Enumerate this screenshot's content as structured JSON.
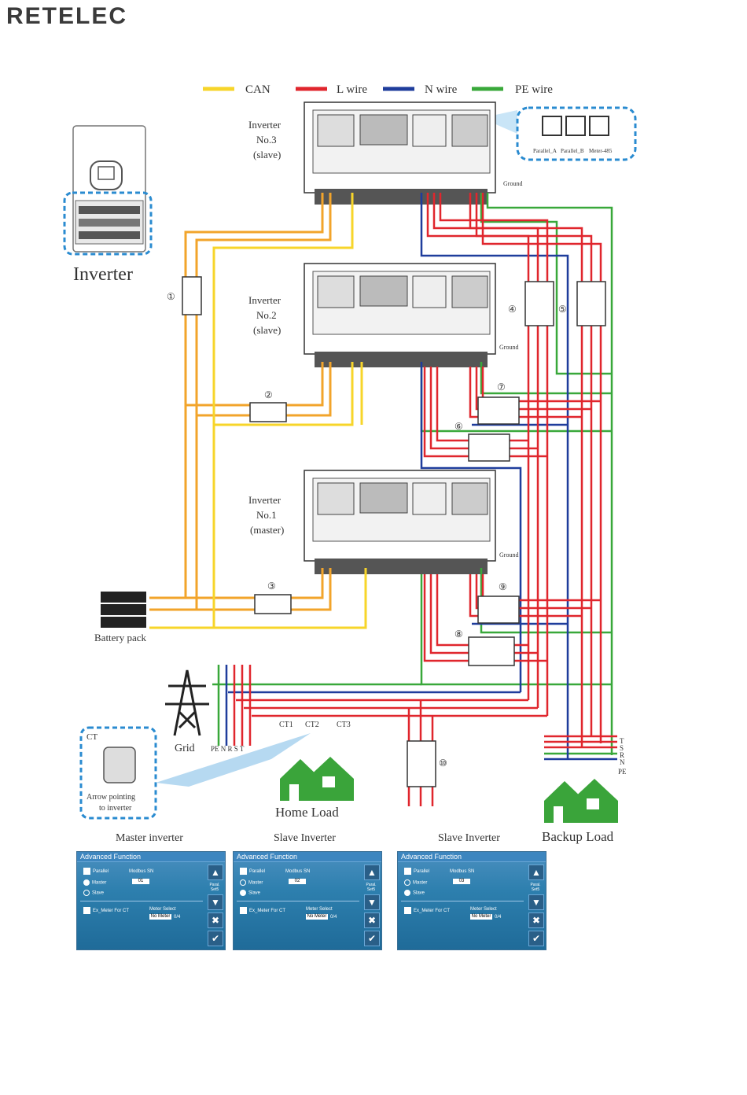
{
  "logo": {
    "text": "RETELEC"
  },
  "legend": {
    "items": [
      {
        "label": "CAN",
        "color": "#f7d52a"
      },
      {
        "label": "L wire",
        "color": "#e0262d"
      },
      {
        "label": "N wire",
        "color": "#1f3d9c"
      },
      {
        "label": "PE wire",
        "color": "#39a83a"
      }
    ]
  },
  "wire_colors": {
    "can": "#f7d52a",
    "l": "#e0262d",
    "n": "#1f3d9c",
    "pe": "#39a83a",
    "battery": "#f2a42b"
  },
  "inverter_unit": {
    "label": "Inverter"
  },
  "inverters": [
    {
      "name": "Inverter",
      "number": "No.3",
      "role": "(slave)"
    },
    {
      "name": "Inverter",
      "number": "No.2",
      "role": "(slave)"
    },
    {
      "name": "Inverter",
      "number": "No.1",
      "role": "(master)"
    }
  ],
  "port_labels": {
    "parallel_a": "Parallel_A",
    "parallel_b": "Parallel_B",
    "meter": "Meter-485"
  },
  "ground_label": "Ground",
  "breakers": [
    "①",
    "②",
    "③",
    "④",
    "⑤",
    "⑥",
    "⑦",
    "⑧",
    "⑨",
    "⑩"
  ],
  "battery": {
    "label": "Battery pack"
  },
  "grid": {
    "label": "Grid",
    "phases": "PE N R S T"
  },
  "ct": {
    "title": "CT",
    "note_line1": "Arrow pointing",
    "note_line2": "to inverter",
    "ct1": "CT1",
    "ct2": "CT2",
    "ct3": "CT3"
  },
  "home_load": {
    "label": "Home Load"
  },
  "backup_load": {
    "label": "Backup Load",
    "phases": [
      "T",
      "S",
      "R",
      "N",
      "PE"
    ]
  },
  "screens": [
    {
      "caption": "Master inverter",
      "title": "Advanced Function",
      "parallel": "Parallel",
      "modbus": "Modbus SN",
      "modbus_value": "01",
      "master": "Master",
      "slave": "Slave",
      "ex_meter": "Ex_Meter For CT",
      "meter_select": "Meter Select",
      "meter_value": "No Meter",
      "meter_suffix": "0/4",
      "paral_set": "Paral. Set5",
      "selected": "master"
    },
    {
      "caption": "Slave Inverter",
      "title": "Advanced Function",
      "parallel": "Parallel",
      "modbus": "Modbus SN",
      "modbus_value": "02",
      "master": "Master",
      "slave": "Slave",
      "ex_meter": "Ex_Meter For CT",
      "meter_select": "Meter Select",
      "meter_value": "No Meter",
      "meter_suffix": "0/4",
      "paral_set": "Paral. Set5",
      "selected": "slave"
    },
    {
      "caption": "Slave Inverter",
      "title": "Advanced Function",
      "parallel": "Parallel",
      "modbus": "Modbus SN",
      "modbus_value": "03",
      "master": "Master",
      "slave": "Slave",
      "ex_meter": "Ex_Meter For CT",
      "meter_select": "Meter Select",
      "meter_value": "No Meter",
      "meter_suffix": "0/4",
      "paral_set": "Paral. Set5",
      "selected": "slave"
    }
  ]
}
